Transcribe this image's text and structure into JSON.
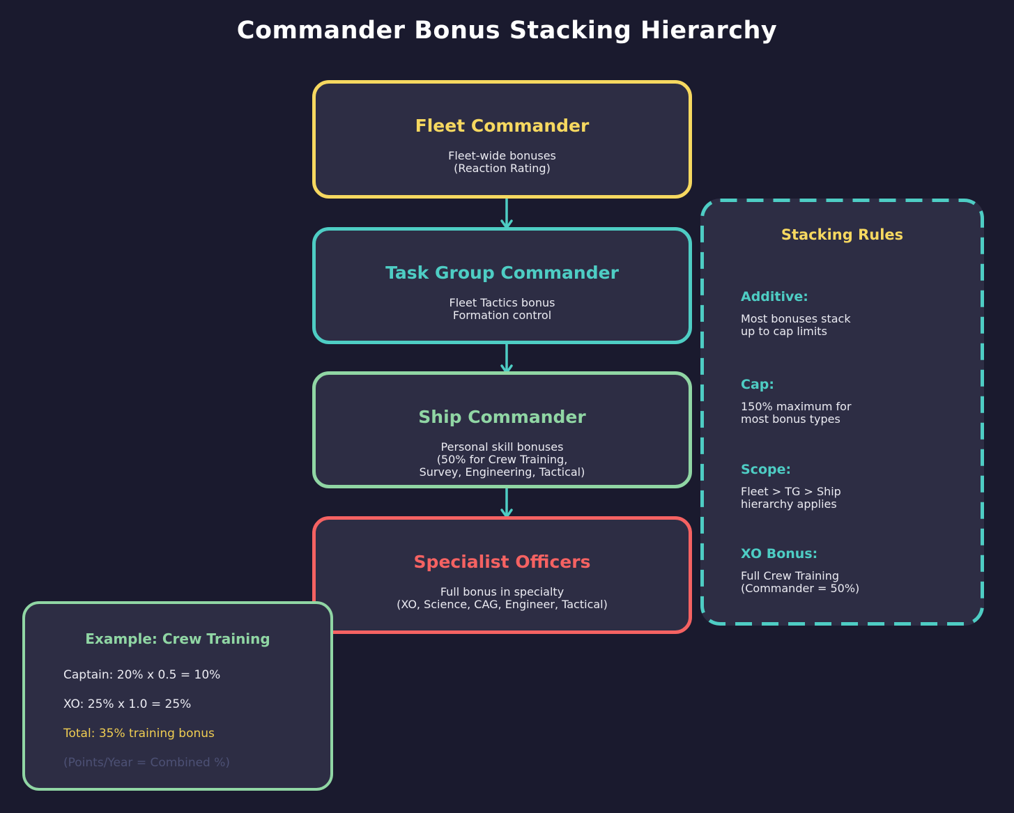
{
  "title": "Commander Bonus Stacking Hierarchy",
  "palette": {
    "background": "#1a1a2e",
    "panel_fill": "#2d2d44",
    "yellow": "#f6d860",
    "teal": "#4ecdc4",
    "green": "#90d6a4",
    "red": "#f56262",
    "body_text": "#ebebf2",
    "muted_text": "#4d5175"
  },
  "flow": {
    "boxes": [
      {
        "title": "Fleet Commander",
        "subtitle": "Fleet-wide bonuses\n(Reaction Rating)",
        "accent": "#f6d860"
      },
      {
        "title": "Task Group Commander",
        "subtitle": "Fleet Tactics bonus\nFormation control",
        "accent": "#4ecdc4"
      },
      {
        "title": "Ship Commander",
        "subtitle": "Personal skill bonuses\n(50% for Crew Training,\nSurvey, Engineering, Tactical)",
        "accent": "#90d6a4"
      },
      {
        "title": "Specialist Officers",
        "subtitle": "Full bonus in specialty\n(XO, Science, CAG, Engineer, Tactical)",
        "accent": "#f56262"
      }
    ],
    "arrow_icon": "arrow-down-icon",
    "arrow_color": "#4ecdc4"
  },
  "rules": {
    "title": "Stacking Rules",
    "sections": [
      {
        "heading": "Additive:",
        "body": "Most bonuses stack\nup to cap limits"
      },
      {
        "heading": "Cap:",
        "body": "150% maximum for\nmost bonus types"
      },
      {
        "heading": "Scope:",
        "body": "Fleet > TG > Ship\nhierarchy applies"
      },
      {
        "heading": "XO Bonus:",
        "body": "Full Crew Training\n(Commander = 50%)"
      }
    ]
  },
  "example": {
    "title": "Example: Crew Training",
    "lines": [
      {
        "text": "Captain: 20% x 0.5 = 10%",
        "color": "body"
      },
      {
        "text": "XO: 25% x 1.0 = 25%",
        "color": "body"
      },
      {
        "text": "Total: 35% training bonus",
        "color": "yellow"
      },
      {
        "text": "(Points/Year = Combined %)",
        "color": "muted"
      }
    ]
  }
}
